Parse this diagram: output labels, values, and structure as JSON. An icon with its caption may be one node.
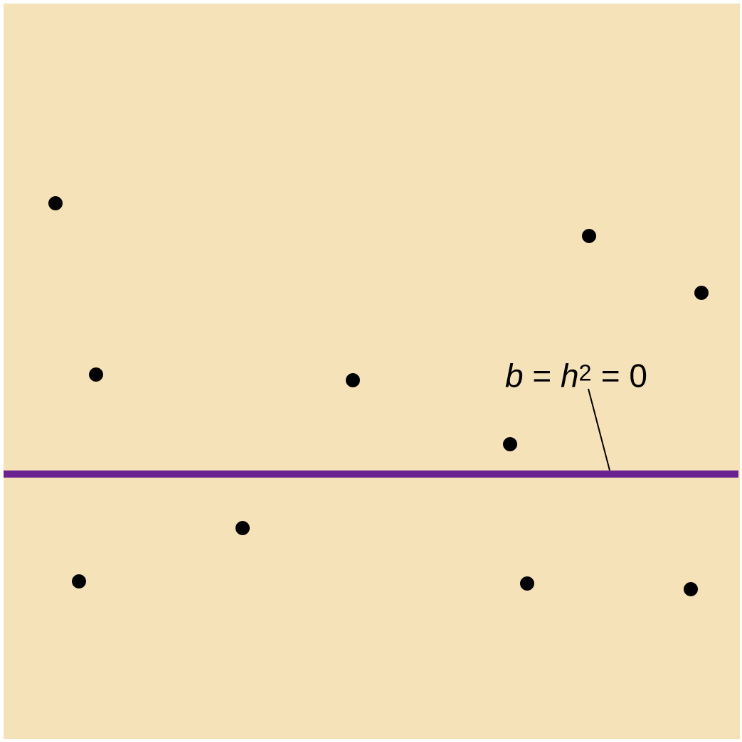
{
  "diagram": {
    "nodes": [
      {
        "text": [
          "*b* = *h*$^{2}$ = 0"
        ]
      },
      {
        "text": [],
        "shape": "bar"
      }
    ],
    "edges": [
      {
        "from": 0,
        "to": 1,
        "arrow": "none"
      }
    ]
  }
}
